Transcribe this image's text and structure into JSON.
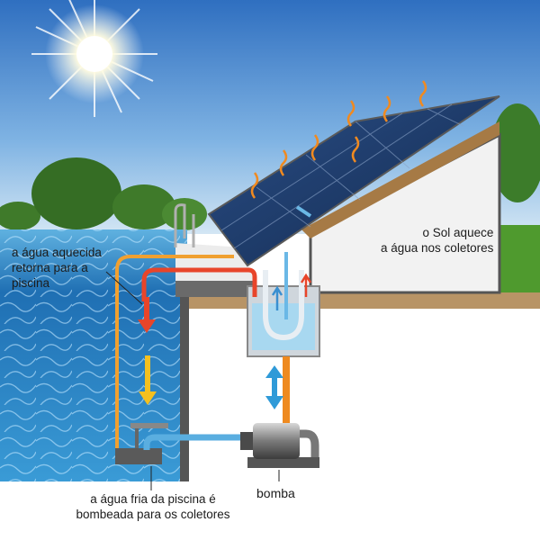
{
  "labels": {
    "return_water": [
      "a água aquecida",
      "retorna para a",
      "piscina"
    ],
    "sun_heats": [
      "o Sol aquece",
      "a água nos coletores"
    ],
    "cold_water": [
      "a água fria da piscina é",
      "bombeada para os coletores"
    ],
    "pump": "bomba"
  },
  "colors": {
    "sky_top": "#2f6fc0",
    "sky_bottom": "#cfe4f5",
    "pool_water": "#2f86c4",
    "hot_pipe": "#e8452a",
    "warm_pipe": "#f0a030",
    "cold_pipe": "#5aaee0",
    "panel": "#1d3a66",
    "ground": "#b89466",
    "grass": "#4f9a2e"
  }
}
